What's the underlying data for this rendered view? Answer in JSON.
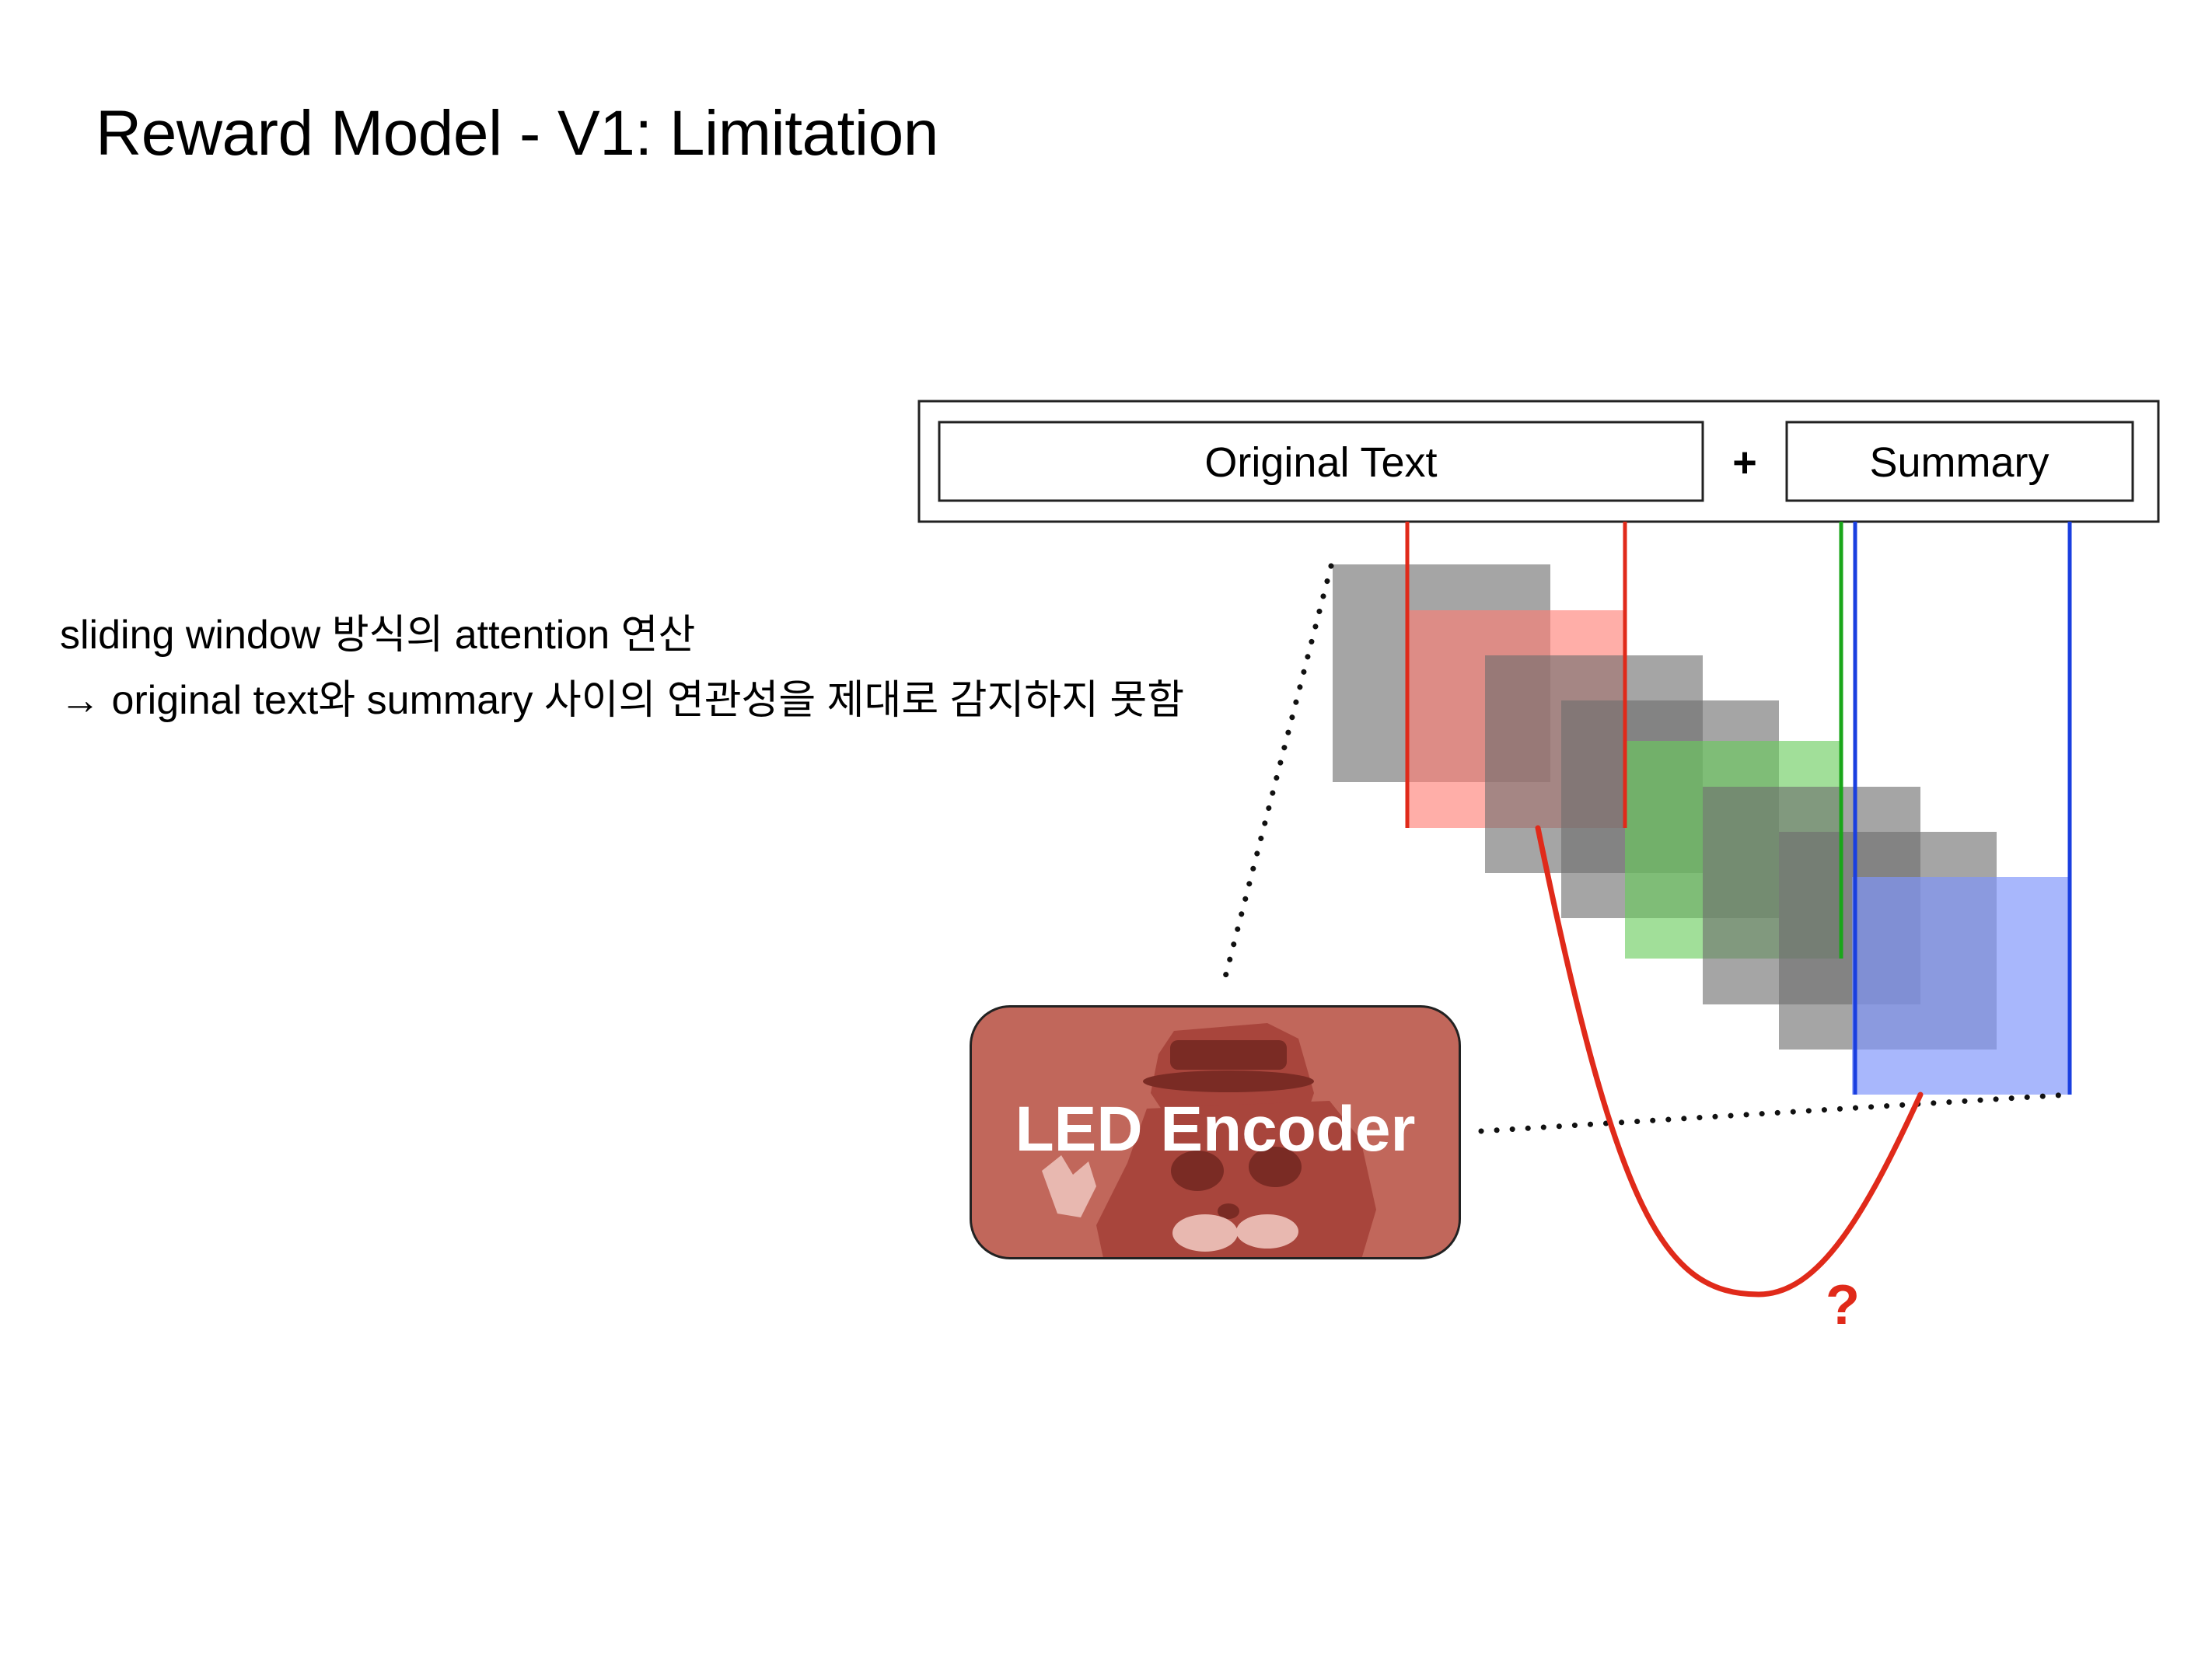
{
  "title": "Reward Model - V1: Limitation",
  "description": {
    "line1": "sliding window 방식의 attention 연산",
    "line2": "→ original text와 summary 사이의 연관성을 제대로 감지하지 못함"
  },
  "input_bar": {
    "original_label": "Original Text",
    "plus_label": "+",
    "summary_label": "Summary"
  },
  "encoder": {
    "label": "LED Encoder",
    "fill_color": "#c1675b"
  },
  "question_mark": "?",
  "colors": {
    "red_window": "#ff7d72",
    "green_window": "#68cc5a",
    "blue_window": "#7f95fb",
    "gray_window": "#6e6e6e",
    "red_line": "#e02a1a",
    "green_line": "#1aa61a",
    "blue_line": "#1a3fe0"
  }
}
